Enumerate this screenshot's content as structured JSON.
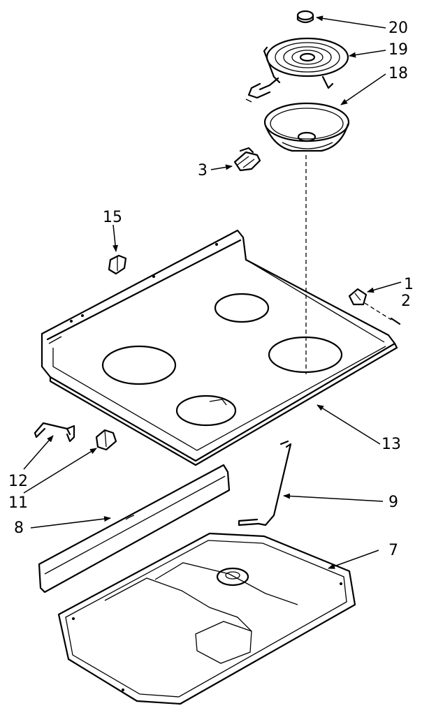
{
  "callouts": [
    {
      "id": "20",
      "text": "20"
    },
    {
      "id": "19",
      "text": "19"
    },
    {
      "id": "18",
      "text": "18"
    },
    {
      "id": "3",
      "text": "3"
    },
    {
      "id": "15",
      "text": "15"
    },
    {
      "id": "1",
      "text": "1"
    },
    {
      "id": "2",
      "text": "2"
    },
    {
      "id": "13",
      "text": "13"
    },
    {
      "id": "12",
      "text": "12"
    },
    {
      "id": "11",
      "text": "11"
    },
    {
      "id": "8",
      "text": "8"
    },
    {
      "id": "9",
      "text": "9"
    },
    {
      "id": "7",
      "text": "7"
    }
  ]
}
